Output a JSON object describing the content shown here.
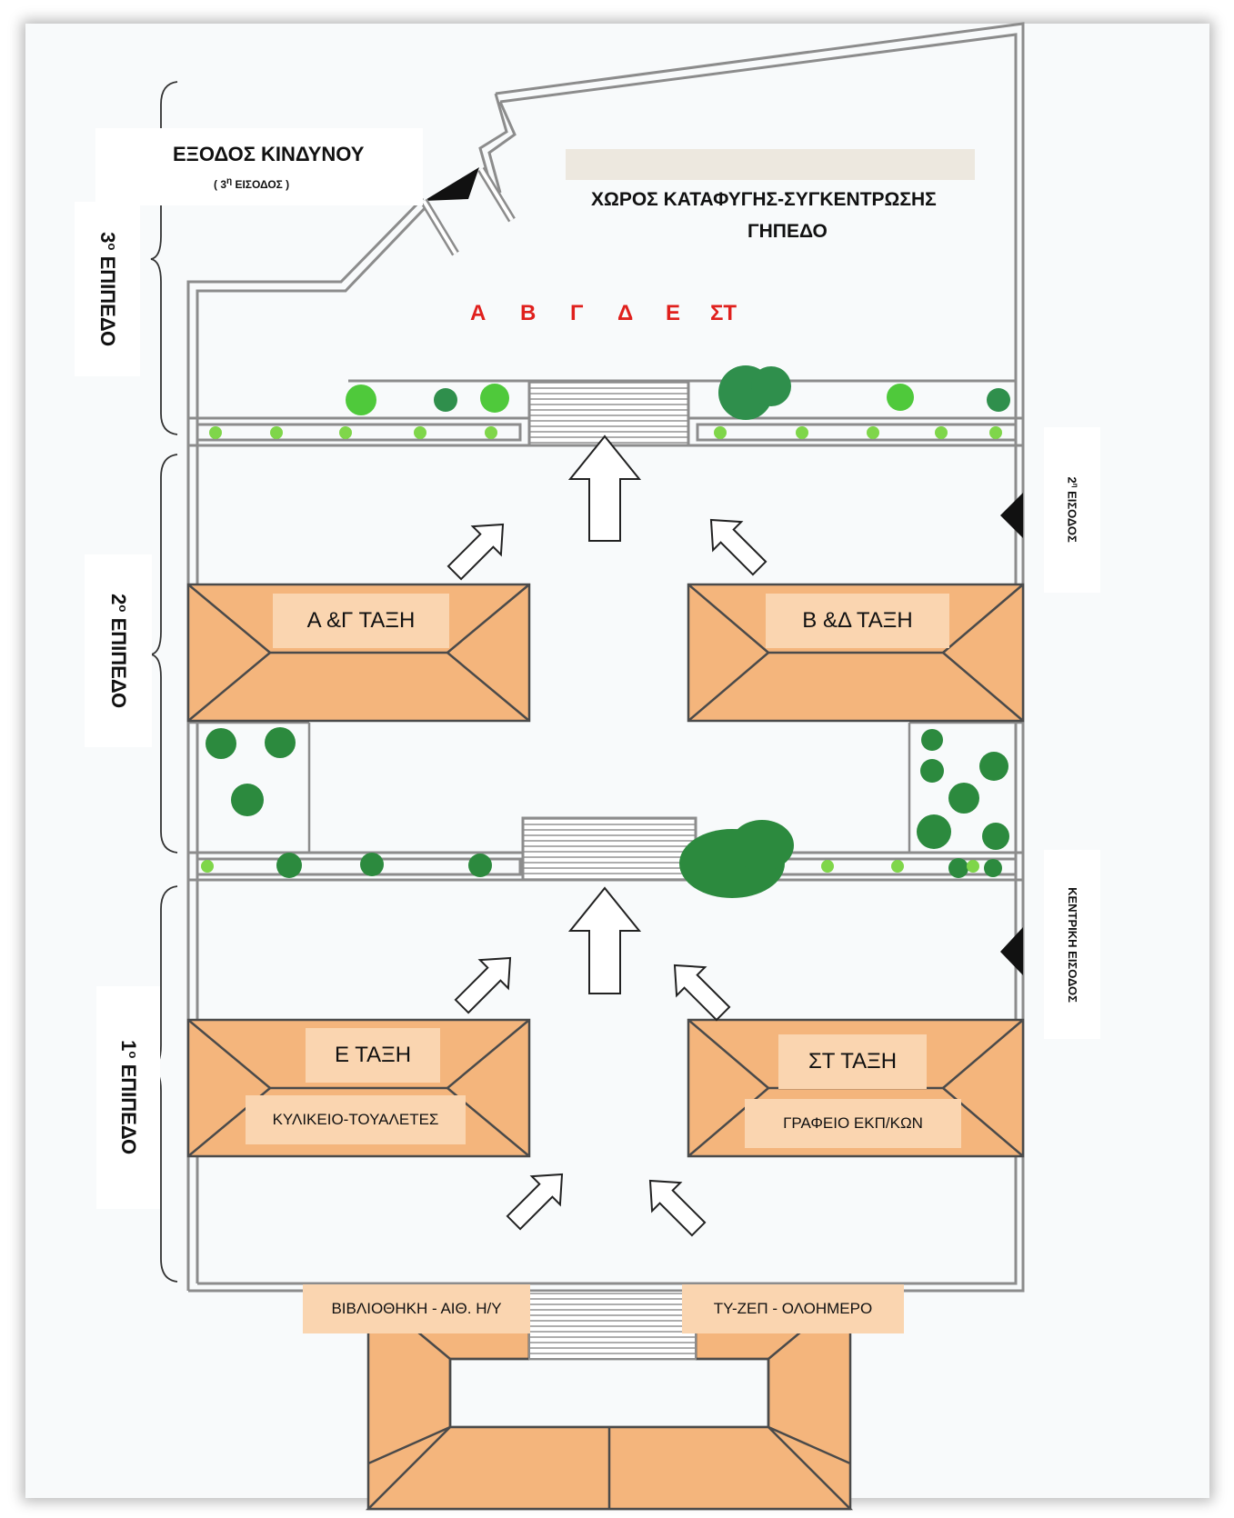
{
  "exit": {
    "title": "ΕΞΟΔΟΣ ΚΙΝΔΥΝΟΥ",
    "sub_prefix": "( 3",
    "sub_sup": "η",
    "sub_suffix": " ΕΙΣΟΔΟΣ )"
  },
  "shelter": {
    "line1": "ΧΩΡΟΣ ΚΑΤΑΦΥΓΗΣ-ΣΥΓΚΕΝΤΡΩΣΗΣ",
    "line2": "ΓΗΠΕΔΟ"
  },
  "class_letters": [
    "Α",
    "Β",
    "Γ",
    "Δ",
    "Ε",
    "ΣΤ"
  ],
  "levels": {
    "level3": {
      "num": "3",
      "sup": "ο",
      "word": " ΕΠΙΠΕΔΟ"
    },
    "level2": {
      "num": "2",
      "sup": "ο",
      "word": " ΕΠΙΠΕΔΟ"
    },
    "level1": {
      "num": "1",
      "sup": "ο",
      "word": " ΕΠΙΠΕΔΟ"
    }
  },
  "entrances": {
    "second": {
      "num": "2",
      "sup": "η",
      "word": " ΕΙΣΟΔΟΣ"
    },
    "main": "ΚΕΝΤΡΙΚΗ ΕΙΣΟΔΟΣ"
  },
  "buildings": {
    "ag": "Α &Γ  ΤΑΞΗ",
    "bd": "Β &Δ ΤΑΞΗ",
    "e": "Ε  ΤΑΞΗ",
    "e_sub": "ΚΥΛΙΚΕΙΟ-ΤΟΥΑΛΕΤΕΣ",
    "st": "ΣΤ  ΤΑΞΗ",
    "st_sub": "ΓΡΑΦΕΙΟ ΕΚΠ/ΚΩΝ",
    "library": "ΒΙΒΛΙΟΘΗΚΗ - ΑΙΘ. Η/Υ",
    "kindergarten": "ΤΥ-ΖΕΠ - ΟΛΟΗΜΕΡΟ"
  },
  "colors": {
    "roof": "#f4b57c",
    "label_bg": "#fad5b0",
    "wall": "#8c8c8c",
    "class_letters": "#e0201d",
    "tree_dark": "#2c8a3e",
    "tree_light": "#4fc93b"
  }
}
